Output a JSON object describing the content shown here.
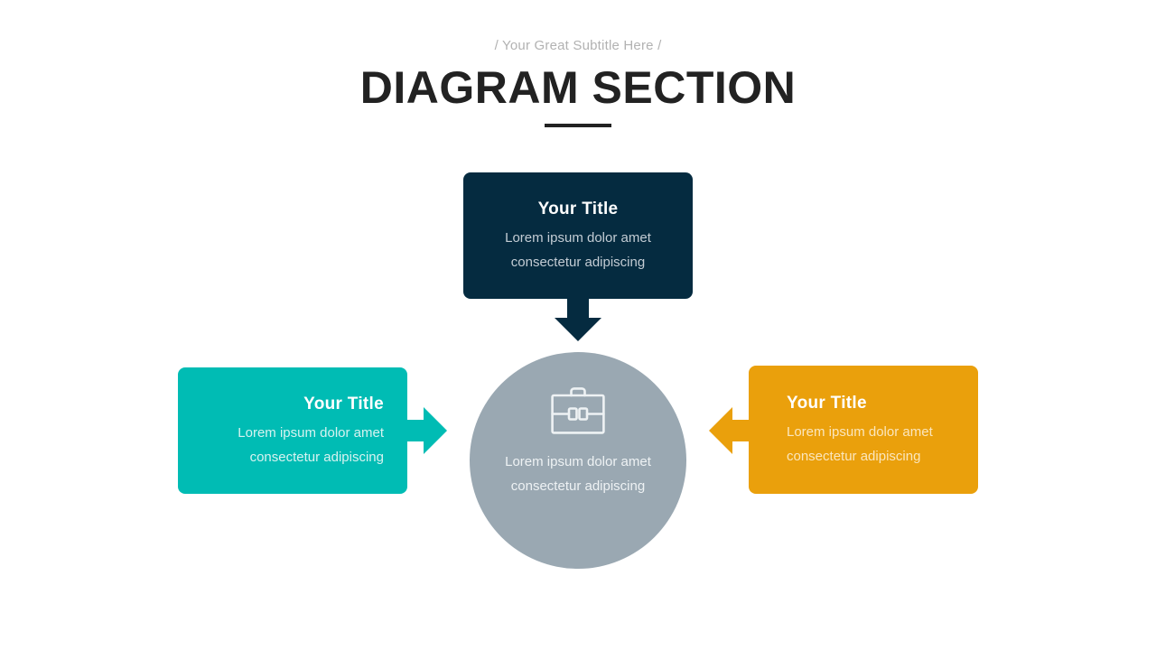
{
  "header": {
    "subtitle": "/ Your Great Subtitle Here /",
    "title": "DIAGRAM SECTION"
  },
  "colors": {
    "navy": "#052b40",
    "teal": "#00bcb4",
    "orange": "#eaa00c",
    "circle_gray": "#9aa8b2",
    "title_dark": "#222222",
    "subtitle_gray": "#b2b2b2",
    "background": "#ffffff"
  },
  "nodes": {
    "top": {
      "title": "Your Title",
      "body_line1": "Lorem ipsum dolor amet",
      "body_line2": "consectetur adipiscing"
    },
    "left": {
      "title": "Your Title",
      "body_line1": "Lorem ipsum dolor amet",
      "body_line2": "consectetur adipiscing"
    },
    "right": {
      "title": "Your Title",
      "body_line1": "Lorem ipsum dolor amet",
      "body_line2": "consectetur adipiscing"
    },
    "center": {
      "icon": "briefcase-icon",
      "body_line1": "Lorem ipsum dolor amet",
      "body_line2": "consectetur adipiscing"
    }
  },
  "arrows": {
    "down": "arrow-down-icon",
    "right": "arrow-right-icon",
    "left": "arrow-left-icon"
  }
}
